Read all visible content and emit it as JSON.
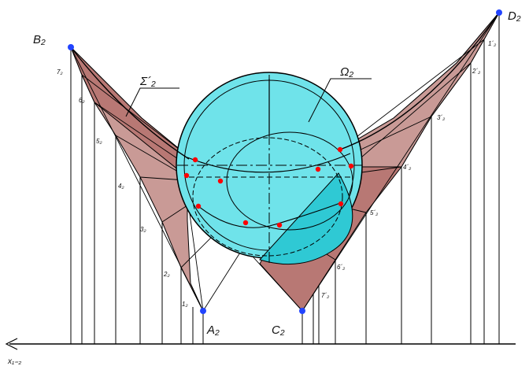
{
  "labels": {
    "B": "B₂",
    "D": "D₂",
    "A": "A₂",
    "C": "C₂",
    "sigma": "Σ´₂",
    "omega": "Ω₂",
    "axis": "x₁₌₂"
  },
  "left_numbers": [
    "7₂",
    "6₂",
    "5₂",
    "4₂",
    "3₂",
    "2₂",
    "1₂"
  ],
  "right_numbers": [
    "1´₂",
    "2´₂",
    "3´₂",
    "4´₂",
    "5´₂",
    "6´₂",
    "7´₂"
  ],
  "colors": {
    "surface": "#c99a96",
    "surface_dark": "#b87874",
    "sphere": "#6fe3ea",
    "sphere_dark": "#2fc9d4",
    "point_blue": "#2244ff",
    "point_red": "#ff0000",
    "line": "#000000"
  }
}
